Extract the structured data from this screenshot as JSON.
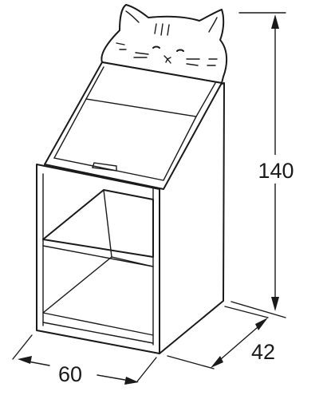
{
  "dimensions": {
    "height": "140",
    "depth": "42",
    "width": "60"
  },
  "colors": {
    "line": "#1a1a1a",
    "background": "#ffffff"
  }
}
